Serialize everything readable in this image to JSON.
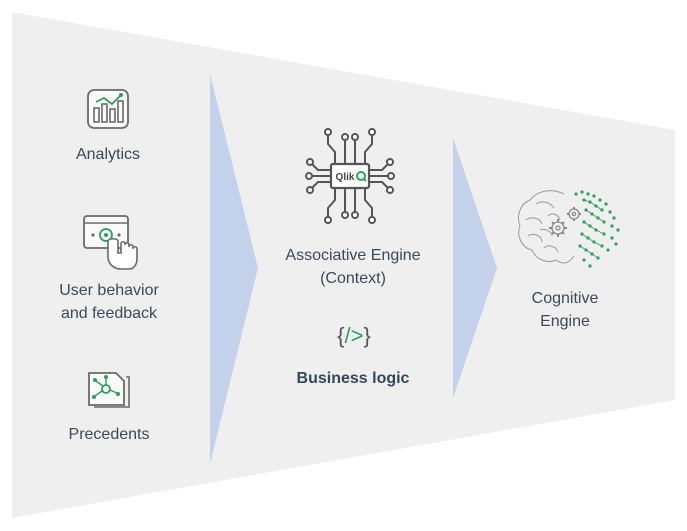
{
  "left_inputs": [
    {
      "icon": "analytics-chart-icon",
      "label": "Analytics"
    },
    {
      "icon": "user-click-icon",
      "label_line1": "User behavior",
      "label_line2": "and feedback"
    },
    {
      "icon": "network-document-icon",
      "label": "Precedents"
    }
  ],
  "middle": {
    "engine_icon": "chip-circuit-icon",
    "chip_logo": "Qlik",
    "engine_label_line1": "Associative Engine",
    "engine_label_line2": "(Context)",
    "code_icon": "code-brackets-icon",
    "code_glyph": "{/>}",
    "business_label": "Business logic"
  },
  "right": {
    "icon": "brain-gears-icon",
    "label_line1": "Cognitive",
    "label_line2": "Engine"
  },
  "colors": {
    "panel": "#efefef",
    "chevron": "#c3d1ea",
    "icon_stroke": "#5a5a5a",
    "accent_green": "#2e9e5b",
    "text": "#3a4a5c"
  }
}
